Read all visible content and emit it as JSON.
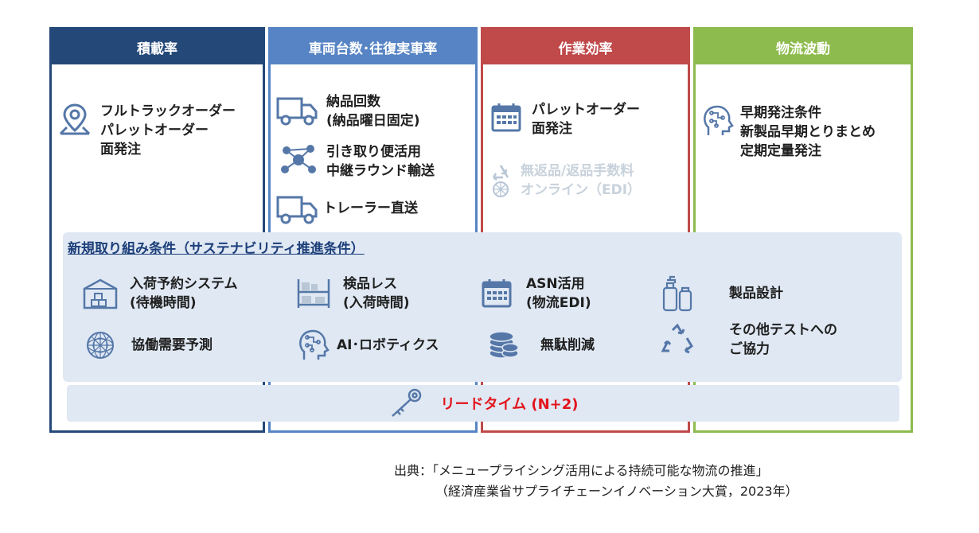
{
  "colors": {
    "col1": "#244979",
    "col2": "#5784c4",
    "col3": "#c0494a",
    "col4": "#8dbb4d",
    "icon": "#5577a8",
    "lead": "#e3151c"
  },
  "columns": [
    {
      "title": "積載率",
      "items": [
        {
          "icon": "map-pin-icon",
          "lines": [
            "フルトラックオーダー",
            "パレットオーダー",
            "面発注"
          ]
        }
      ]
    },
    {
      "title": "車両台数･往復実車率",
      "items": [
        {
          "icon": "truck-icon",
          "lines": [
            "納品回数",
            "(納品曜日固定)"
          ]
        },
        {
          "icon": "network-icon",
          "lines": [
            "引き取り便活用",
            "中継ラウンド輸送"
          ]
        },
        {
          "icon": "truck-icon",
          "lines": [
            "トレーラー直送"
          ]
        }
      ]
    },
    {
      "title": "作業効率",
      "items": [
        {
          "icon": "calendar-icon",
          "lines": [
            "パレットオーダー",
            "面発注"
          ]
        },
        {
          "icon": "recycle-icon",
          "lines": [
            "無返品/返品手数料",
            "オンライン（EDI）"
          ],
          "faded": true
        }
      ]
    },
    {
      "title": "物流波動",
      "items": [
        {
          "icon": "ai-head-icon",
          "lines": [
            "早期発注条件",
            "新製品早期とりまとめ",
            "定期定量発注"
          ]
        }
      ]
    }
  ],
  "panel": {
    "title": "新規取り組み条件（サステナビリティ推進条件）",
    "items": [
      {
        "icon": "warehouse-icon",
        "lines": [
          "入荷予約システム",
          "(待機時間)"
        ]
      },
      {
        "icon": "shelf-icon",
        "lines": [
          "検品レス",
          "(入荷時間)"
        ]
      },
      {
        "icon": "calendar-icon",
        "lines": [
          "ASN活用",
          "(物流EDI)"
        ]
      },
      {
        "icon": "bottle-icon",
        "lines": [
          "製品設計"
        ]
      },
      {
        "icon": "globe-mesh-icon",
        "lines": [
          "協働需要予測"
        ]
      },
      {
        "icon": "ai-head-icon",
        "lines": [
          "AI･ロボティクス"
        ]
      },
      {
        "icon": "coins-icon",
        "lines": [
          "無駄削減"
        ]
      },
      {
        "icon": "recycle-icon",
        "lines": [
          "その他テストへの",
          "ご協力"
        ]
      }
    ]
  },
  "lead_time": {
    "icon": "key-icon",
    "label": "リードタイム (N+2)"
  },
  "source": {
    "line1": "出典：「メニュープライシング活用による持続可能な物流の推進」",
    "line2": "（経済産業省サプライチェーンイノベーション大賞，2023年）"
  }
}
